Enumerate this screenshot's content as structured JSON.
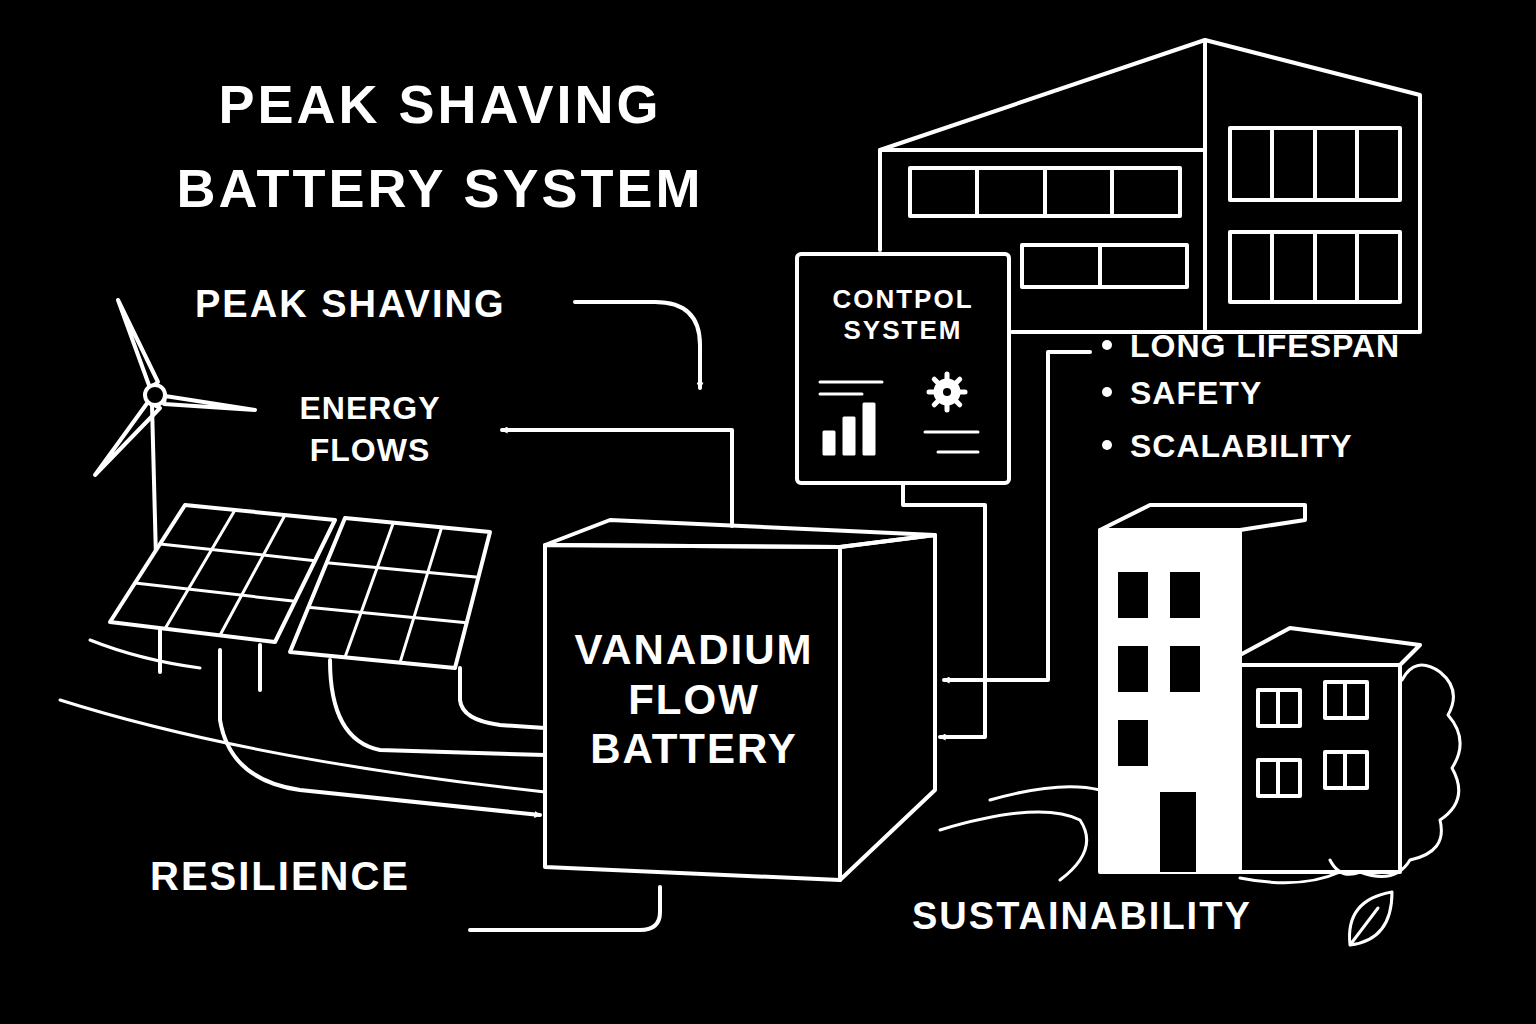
{
  "diagram": {
    "title": "PEAK SHAVING BATTERY SYSTEM",
    "nodes": [
      {
        "text": [
          "CONTPOL SYSTEM"
        ]
      },
      {
        "text": [
          "VANADIUM FLOW BATTERY"
        ]
      }
    ],
    "edges": [
      {
        "from": 0,
        "to": 1,
        "arrow": "to"
      }
    ],
    "labels": [
      "PEAK SHAVING",
      "ENERGY FLOWS",
      "LONG LIFESPAN",
      "SAFETY",
      "SCALABILITY",
      "RESILIENCE",
      "SUSTAINABILITY"
    ]
  }
}
